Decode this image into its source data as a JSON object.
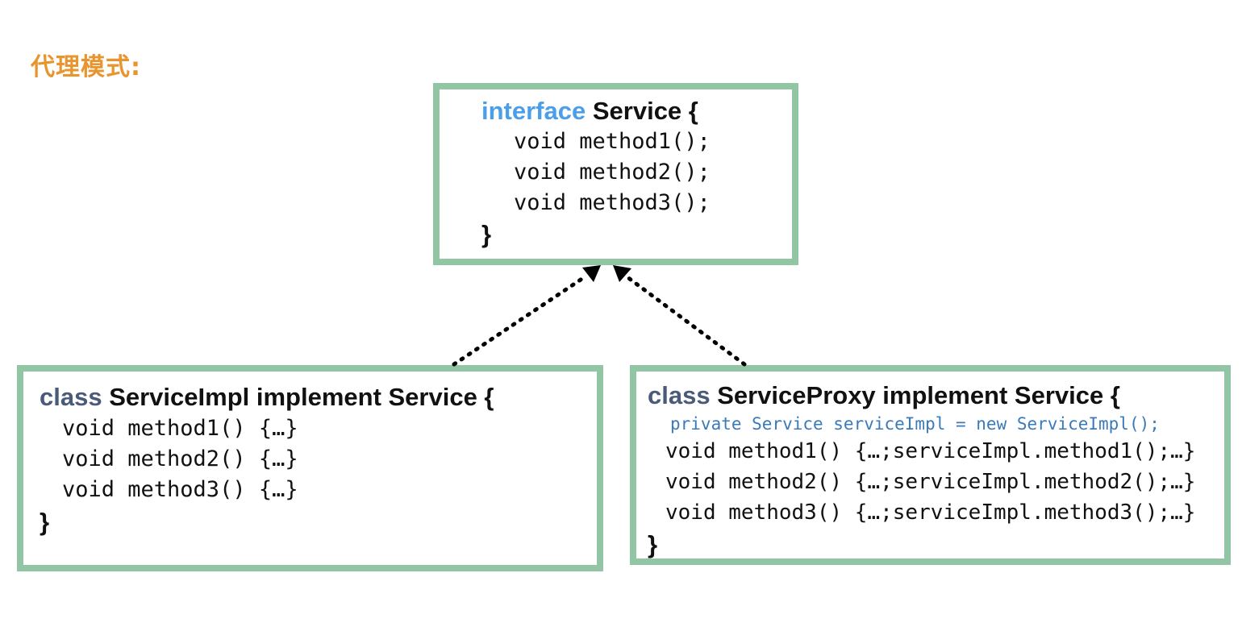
{
  "title": "代理模式:",
  "colors": {
    "title": "#e8952f",
    "box_border": "#92c5a4",
    "keyword_interface": "#4a9fe8",
    "keyword_class": "#4a5b7a",
    "field_line": "#3a7ab8",
    "text": "#111111",
    "background": "#ffffff"
  },
  "interface_box": {
    "keyword": "interface",
    "name": "Service {",
    "members": [
      "void method1();",
      "void method2();",
      "void method3();"
    ],
    "close": "}"
  },
  "impl_box": {
    "keyword": "class",
    "name": "ServiceImpl implement Service {",
    "members": [
      "void method1() {…}",
      "void method2() {…}",
      "void method3() {…}"
    ],
    "close": "}"
  },
  "proxy_box": {
    "keyword": "class",
    "name": "ServiceProxy implement Service {",
    "field": "private Service serviceImpl = new ServiceImpl();",
    "members": [
      "void method1() {…;serviceImpl.method1();…}",
      "void method2() {…;serviceImpl.method2();…}",
      "void method3() {…;serviceImpl.method3();…}"
    ],
    "close": "}"
  },
  "connectors": [
    {
      "label": "impl-implements-service",
      "from": "impl-box",
      "to": "interface-box",
      "style": "dotted-triangle-arrow"
    },
    {
      "label": "proxy-implements-service",
      "from": "proxy-box",
      "to": "interface-box",
      "style": "dotted-triangle-arrow"
    }
  ]
}
